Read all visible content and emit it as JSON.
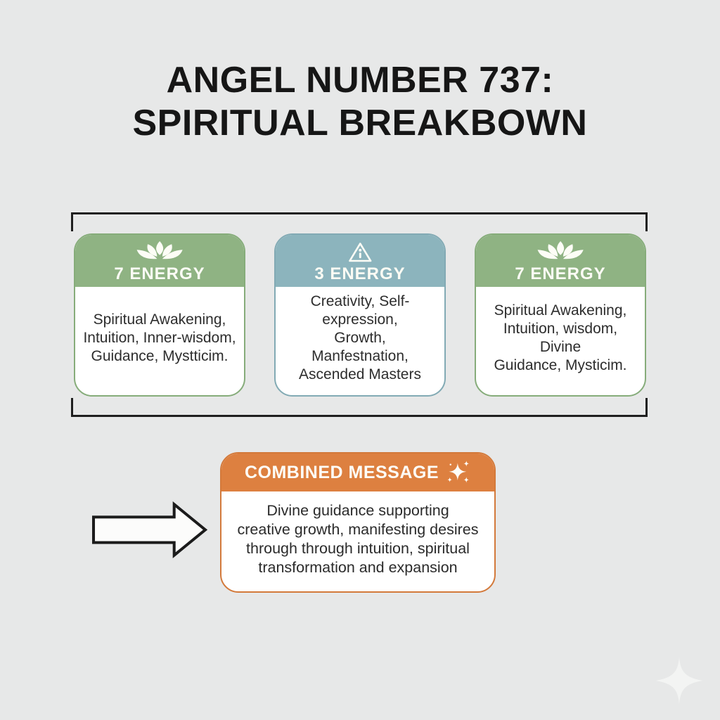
{
  "title": {
    "line1": "ANGEL NUMBER 737:",
    "line2": "SPIRITUAL BREAKBOWN"
  },
  "cards": [
    {
      "label": "7 ENERGY",
      "icon": "lotus-icon",
      "accent_color": "#8fb383",
      "lines": [
        "Spiritual Awakening,",
        "Intuition, Inner-wisdom,",
        "Guidance, Mystticim."
      ]
    },
    {
      "label": "3 ENERGY",
      "icon": "alert-triangle-icon",
      "accent_color": "#8cb4bd",
      "lines": [
        "Creativity, Self-expression,",
        "Growth,",
        "Manfestnation,",
        "Ascended Masters"
      ]
    },
    {
      "label": "7 ENERGY",
      "icon": "lotus-icon",
      "accent_color": "#8fb383",
      "lines": [
        "Spiritual Awakening,",
        "Intuition, wisdom, Divine",
        "Guidance, Mysticim."
      ]
    }
  ],
  "combined": {
    "label": "COMBINED MESSAGE",
    "icon": "sparkles-icon",
    "accent_color": "#dd8040",
    "lines": [
      "Divine guidance supporting",
      "creative growth, manifesting desires",
      "through through intuition, spiritual",
      "transformation and expansion"
    ]
  },
  "colors": {
    "background": "#e7e8e8",
    "green": "#8fb383",
    "blue": "#8cb4bd",
    "orange": "#dd8040",
    "title_text": "#161616",
    "body_text": "#2d2d2d",
    "bracket": "#1f1f1f",
    "header_text": "#fbfbf4"
  }
}
